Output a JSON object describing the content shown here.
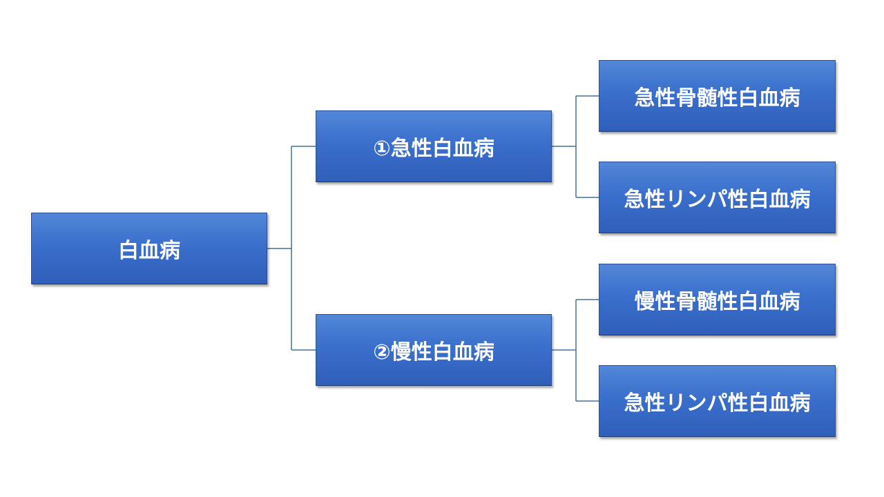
{
  "diagram": {
    "root": {
      "label": "白血病"
    },
    "branches": [
      {
        "label": "①急性白血病",
        "children": [
          {
            "label": "急性骨髄性白血病"
          },
          {
            "label": "急性リンパ性白血病"
          }
        ]
      },
      {
        "label": "②慢性白血病",
        "children": [
          {
            "label": "慢性骨髄性白血病"
          },
          {
            "label": "急性リンパ性白血病"
          }
        ]
      }
    ]
  },
  "colors": {
    "box_fill": "#3a6fcc",
    "box_text": "#ffffff",
    "connector": "#41719c",
    "background": "#ffffff"
  }
}
